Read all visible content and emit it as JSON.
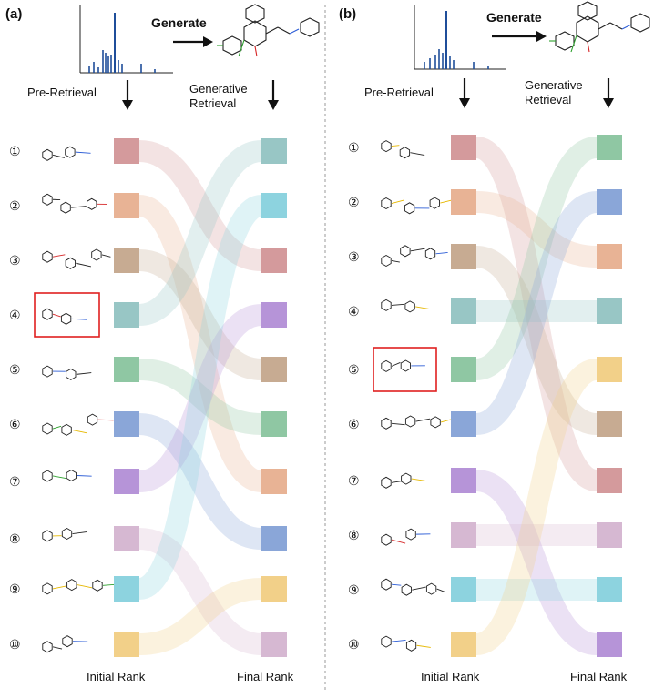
{
  "panels": [
    {
      "label": "(a)",
      "generate_label": "Generate",
      "pre_label": "Pre-Retrieval",
      "gen_label_lines": [
        "Generative",
        "Retrieval"
      ],
      "initial_label": "Initial Rank",
      "final_label": "Final Rank",
      "numbers": [
        "①",
        "②",
        "③",
        "④",
        "⑤",
        "⑥",
        "⑦",
        "⑧",
        "⑨",
        "⑩"
      ],
      "initial_colors": [
        "#d49a9c",
        "#e8b395",
        "#c7ab92",
        "#98c6c5",
        "#8fc7a3",
        "#8aa6d8",
        "#b694d8",
        "#d6b8d2",
        "#8dd3df",
        "#f2d089"
      ],
      "final_colors": [
        "#98c6c5",
        "#8dd3df",
        "#d49a9c",
        "#b694d8",
        "#c7ab92",
        "#8fc7a3",
        "#e8b395",
        "#8aa6d8",
        "#f2d089",
        "#d6b8d2"
      ],
      "highlighted_rank": 4
    },
    {
      "label": "(b)",
      "generate_label": "Generate",
      "pre_label": "Pre-Retrieval",
      "gen_label_lines": [
        "Generative",
        "Retrieval"
      ],
      "initial_label": "Initial Rank",
      "final_label": "Final Rank",
      "numbers": [
        "①",
        "②",
        "③",
        "④",
        "⑤",
        "⑥",
        "⑦",
        "⑧",
        "⑨",
        "⑩"
      ],
      "initial_colors": [
        "#d49a9c",
        "#e8b395",
        "#c7ab92",
        "#98c6c5",
        "#8fc7a3",
        "#8aa6d8",
        "#b694d8",
        "#d6b8d2",
        "#8dd3df",
        "#f2d089"
      ],
      "final_colors": [
        "#8fc7a3",
        "#8aa6d8",
        "#e8b395",
        "#98c6c5",
        "#f2d089",
        "#c7ab92",
        "#d49a9c",
        "#d6b8d2",
        "#8dd3df",
        "#b694d8"
      ],
      "highlighted_rank": 5
    }
  ]
}
